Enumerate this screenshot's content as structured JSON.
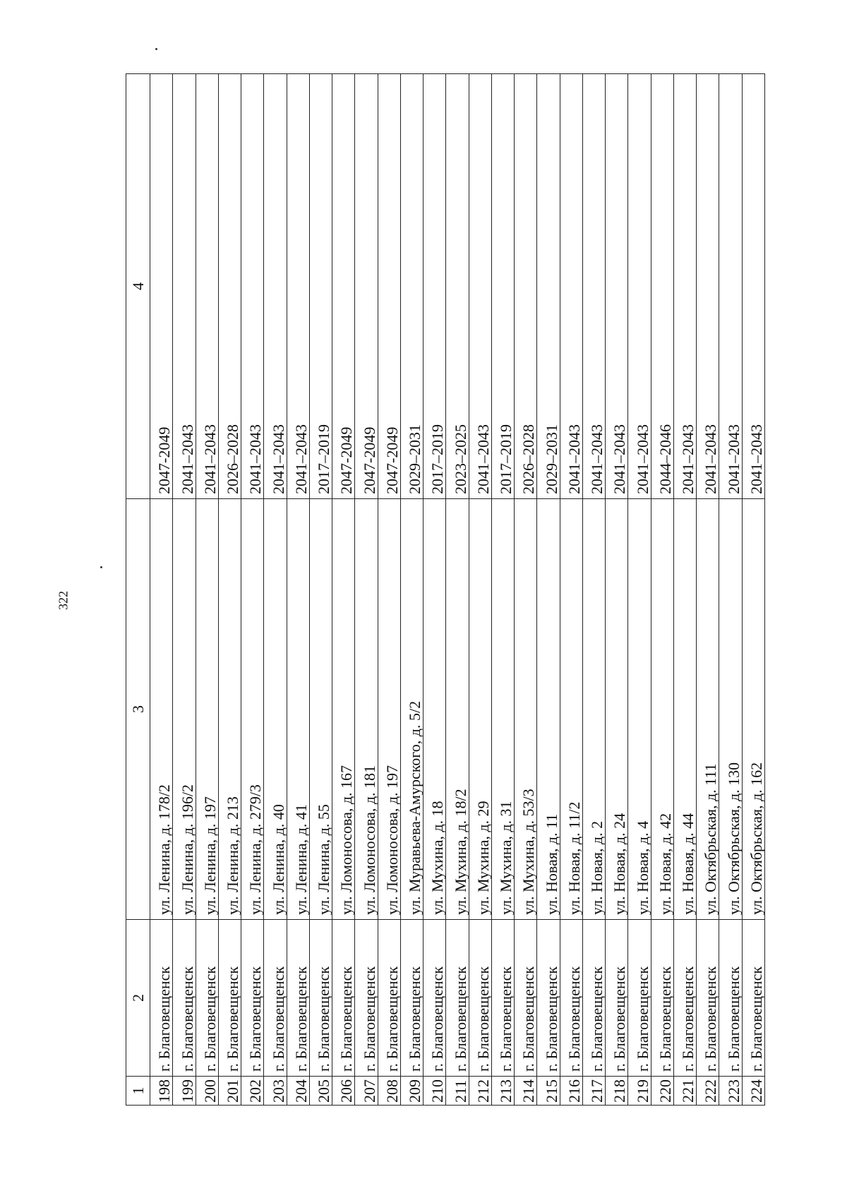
{
  "page_number": "322",
  "headers": [
    "1",
    "2",
    "3",
    "4"
  ],
  "rows": [
    [
      "198",
      "г. Благовещенск",
      "ул. Ленина, д. 178/2",
      "2047-2049"
    ],
    [
      "199",
      "г. Благовещенск",
      "ул. Ленина, д. 196/2",
      "2041–2043"
    ],
    [
      "200",
      "г. Благовещенск",
      "ул. Ленина, д. 197",
      "2041–2043"
    ],
    [
      "201",
      "г. Благовещенск",
      "ул. Ленина, д. 213",
      "2026–2028"
    ],
    [
      "202",
      "г. Благовещенск",
      "ул. Ленина, д. 279/3",
      "2041–2043"
    ],
    [
      "203",
      "г. Благовещенск",
      "ул. Ленина, д. 40",
      "2041–2043"
    ],
    [
      "204",
      "г. Благовещенск",
      "ул. Ленина, д. 41",
      "2041–2043"
    ],
    [
      "205",
      "г. Благовещенск",
      "ул. Ленина, д. 55",
      "2017–2019"
    ],
    [
      "206",
      "г. Благовещенск",
      "ул. Ломоносова, д. 167",
      "2047-2049"
    ],
    [
      "207",
      "г. Благовещенск",
      "ул. Ломоносова, д. 181",
      "2047-2049"
    ],
    [
      "208",
      "г. Благовещенск",
      "ул. Ломоносова, д. 197",
      "2047-2049"
    ],
    [
      "209",
      "г. Благовещенск",
      "ул. Муравьева-Амурского, д. 5/2",
      "2029–2031"
    ],
    [
      "210",
      "г. Благовещенск",
      "ул. Мухина, д. 18",
      "2017–2019"
    ],
    [
      "211",
      "г. Благовещенск",
      "ул. Мухина, д. 18/2",
      "2023–2025"
    ],
    [
      "212",
      "г. Благовещенск",
      "ул. Мухина, д. 29",
      "2041–2043"
    ],
    [
      "213",
      "г. Благовещенск",
      "ул. Мухина, д. 31",
      "2017–2019"
    ],
    [
      "214",
      "г. Благовещенск",
      "ул. Мухина, д. 53/3",
      "2026–2028"
    ],
    [
      "215",
      "г. Благовещенск",
      "ул. Новая, д. 11",
      "2029–2031"
    ],
    [
      "216",
      "г. Благовещенск",
      "ул. Новая, д. 11/2",
      "2041–2043"
    ],
    [
      "217",
      "г. Благовещенск",
      "ул. Новая, д. 2",
      "2041–2043"
    ],
    [
      "218",
      "г. Благовещенск",
      "ул. Новая, д. 24",
      "2041–2043"
    ],
    [
      "219",
      "г. Благовещенск",
      "ул. Новая, д. 4",
      "2041–2043"
    ],
    [
      "220",
      "г. Благовещенск",
      "ул. Новая, д. 42",
      "2044–2046"
    ],
    [
      "221",
      "г. Благовещенск",
      "ул. Новая, д. 44",
      "2041–2043"
    ],
    [
      "222",
      "г. Благовещенск",
      "ул. Октябрьская, д. 111",
      "2041–2043"
    ],
    [
      "223",
      "г. Благовещенск",
      "ул. Октябрьская, д. 130",
      "2041–2043"
    ],
    [
      "224",
      "г. Благовещенск",
      "ул. Октябрьская, д. 162",
      "2041–2043"
    ]
  ]
}
